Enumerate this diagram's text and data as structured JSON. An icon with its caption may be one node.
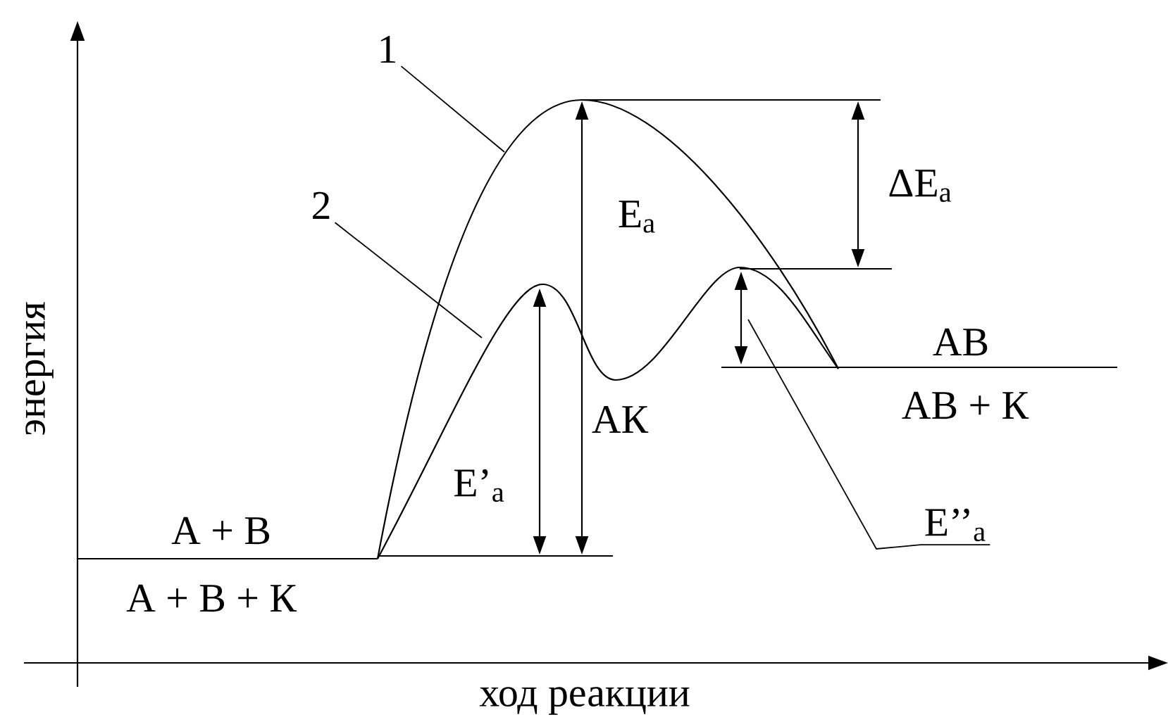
{
  "diagram": {
    "nodes": [
      {
        "text": [
          "1"
        ]
      },
      {
        "text": [
          "2"
        ]
      },
      {
        "text": [
          "E’’$_{a}$"
        ]
      }
    ],
    "edges": [
      {
        "from": 0,
        "to": null,
        "arrow": "none"
      },
      {
        "from": 1,
        "to": null,
        "arrow": "none"
      },
      {
        "from": 2,
        "to": null,
        "arrow": "none"
      }
    ],
    "labels": [
      "ΔE$_{a}$",
      "E$_{a}$",
      "энергия",
      "AB",
      "E’$_{a}$",
      "AК",
      "AB + К",
      "A + B",
      "A + B + К",
      "ход реакции"
    ]
  }
}
